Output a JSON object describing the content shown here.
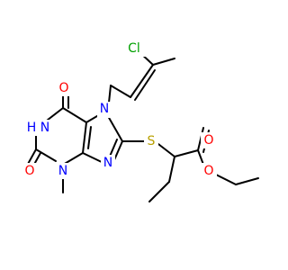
{
  "molecule": {
    "atoms": {
      "cl": "Cl",
      "n7": "N",
      "o6": "O",
      "n1_h": "H",
      "n1": "N",
      "n9": "N",
      "s": "S",
      "o_carbonyl": "O",
      "o2": "O",
      "n3": "N",
      "o_ester": "O"
    },
    "colors": {
      "carbon": "#000000",
      "nitrogen": "#0000ff",
      "oxygen": "#ff0000",
      "sulfur": "#b8a000",
      "chlorine": "#00a000"
    }
  }
}
